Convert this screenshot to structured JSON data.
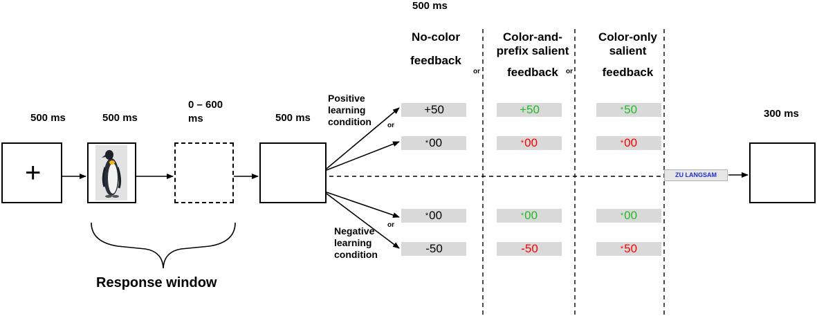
{
  "timings": {
    "fixation": "500 ms",
    "stimulus": "500 ms",
    "response_gap_line1": "0 – 600",
    "response_gap_line2": "ms",
    "blank": "500 ms",
    "feedback_top": "500 ms",
    "final": "300 ms"
  },
  "fixation_symbol": "+",
  "headers": {
    "no_color": [
      "No-color",
      "feedback"
    ],
    "color_prefix": [
      "Color-and-",
      "prefix salient",
      "feedback"
    ],
    "color_only": [
      "Color-only",
      "salient",
      "feedback"
    ]
  },
  "or_label": "or",
  "conditions": {
    "positive": [
      "Positive",
      "learning",
      "condition"
    ],
    "negative": [
      "Negative",
      "learning",
      "condition"
    ]
  },
  "feedback": {
    "no_color": {
      "pos_win": {
        "star": "",
        "text": "+50",
        "color": "#000000"
      },
      "pos_none": {
        "star": "*",
        "text": "00",
        "color": "#000000"
      },
      "neg_none": {
        "star": "*",
        "text": "00",
        "color": "#000000"
      },
      "neg_loss": {
        "star": "",
        "text": "-50",
        "color": "#000000"
      }
    },
    "color_prefix": {
      "pos_win": {
        "star": "",
        "text": "+50",
        "color": "#22bb22"
      },
      "pos_none": {
        "star": "*",
        "text": "00",
        "color": "#ff0000"
      },
      "neg_none": {
        "star": "*",
        "text": "00",
        "color": "#22bb22"
      },
      "neg_loss": {
        "star": "",
        "text": "-50",
        "color": "#ff0000"
      }
    },
    "color_only": {
      "pos_win": {
        "star": "*",
        "text": "50",
        "color": "#22bb22"
      },
      "pos_none": {
        "star": "*",
        "text": "00",
        "color": "#ff0000"
      },
      "neg_none": {
        "star": "*",
        "text": "00",
        "color": "#22bb22"
      },
      "neg_loss": {
        "star": "*",
        "text": "50",
        "color": "#ff0000"
      }
    }
  },
  "timeout_label": "ZU LANGSAM",
  "timeout_color": "#1f2fd0",
  "response_window": "Response window",
  "stimulus_icon": "penguin-icon"
}
